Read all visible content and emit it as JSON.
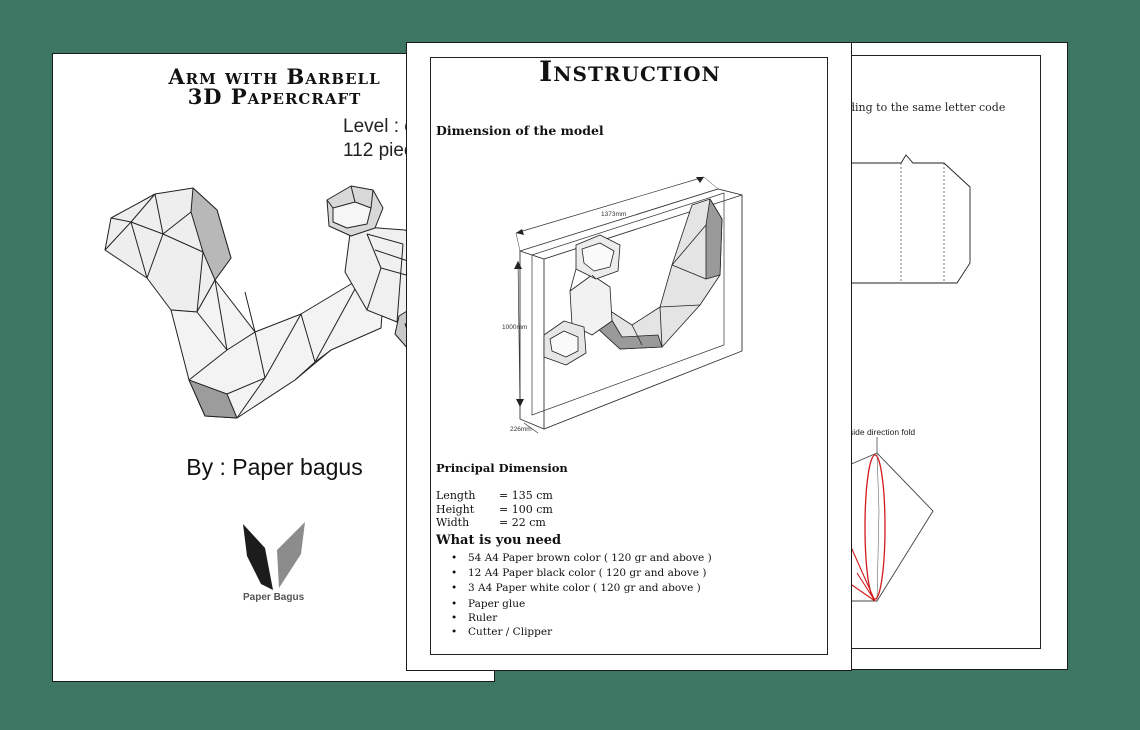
{
  "cover": {
    "title_line1": "Arm with Barbell",
    "title_line2": "3D Papercraft",
    "level": "Level : e",
    "pieces": "112 piec",
    "byline": "By : Paper bagus",
    "logo_icon": "paper-bagus-logo-icon",
    "logo_text": "Paper Bagus"
  },
  "back_page": {
    "instruction_snippet": "ding to the same letter code",
    "fold_label": "side direction fold",
    "fold_color": "#d11a1a"
  },
  "instruction": {
    "title": "Instruction",
    "dimension_heading": "Dimension of the model",
    "diagram_labels": {
      "width_label": "1373mm",
      "height_label": "1000mm",
      "depth_label": "226mm"
    },
    "principal_heading": "Principal Dimension",
    "dimensions": [
      {
        "name": "Length",
        "value": "= 135 cm"
      },
      {
        "name": "Height",
        "value": "= 100 cm"
      },
      {
        "name": "Width",
        "value": "=  22 cm"
      }
    ],
    "need_heading": "What is you need",
    "papers": [
      "54 A4 Paper brown color ( 120 gr and above )",
      "12 A4 Paper black color ( 120 gr and above )",
      "3 A4 Paper white color ( 120 gr and above )"
    ],
    "tools": [
      "Paper glue",
      "Ruler",
      "Cutter / Clipper"
    ]
  },
  "colors": {
    "background": "#3d7663",
    "page": "#ffffff",
    "model_light": "#f0f0f0",
    "model_mid": "#d0d0d0",
    "model_dark": "#9a9a9a"
  }
}
